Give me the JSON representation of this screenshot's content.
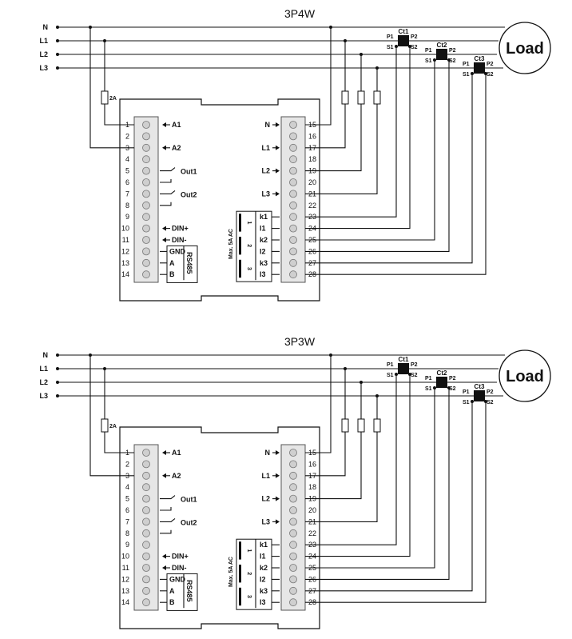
{
  "diagrams": [
    {
      "title": "3P4W",
      "load": "Load",
      "lines": [
        "N",
        "L1",
        "L2",
        "L3"
      ],
      "fuse": "2A",
      "cts": [
        {
          "name": "Ct1",
          "p1": "P1",
          "p2": "P2",
          "s1": "S1",
          "s2": "S2"
        },
        {
          "name": "Ct2",
          "p1": "P1",
          "p2": "P2",
          "s1": "S1",
          "s2": "S2"
        },
        {
          "name": "Ct3",
          "p1": "P1",
          "p2": "P2",
          "s1": "S1",
          "s2": "S2"
        }
      ],
      "left_terminals": [
        "1",
        "2",
        "3",
        "4",
        "5",
        "6",
        "7",
        "8",
        "9",
        "10",
        "11",
        "12",
        "13",
        "14"
      ],
      "right_terminals": [
        "15",
        "16",
        "17",
        "18",
        "19",
        "20",
        "21",
        "22",
        "23",
        "24",
        "25",
        "26",
        "27",
        "28"
      ],
      "left_labels": {
        "a1": "A1",
        "a2": "A2",
        "out1": "Out1",
        "out2": "Out2",
        "din_p": "DIN+",
        "din_m": "DIN-",
        "gnd": "GND",
        "a": "A",
        "b": "B",
        "rs485": "RS485"
      },
      "right_labels": {
        "n": "N",
        "l1": "L1",
        "l2": "L2",
        "l3": "L3"
      },
      "current_labels": [
        "k1",
        "l1",
        "k2",
        "l2",
        "k3",
        "l3"
      ],
      "ct_numbers": [
        "1",
        "2",
        "3"
      ],
      "max_current": "Max. 5A AC"
    },
    {
      "title": "3P3W",
      "load": "Load",
      "lines": [
        "N",
        "L1",
        "L2",
        "L3"
      ],
      "fuse": "2A",
      "cts": [
        {
          "name": "Ct1",
          "p1": "P1",
          "p2": "P2",
          "s1": "S1",
          "s2": "S2"
        },
        {
          "name": "Ct2",
          "p1": "P1",
          "p2": "P2",
          "s1": "S1",
          "s2": "S2"
        },
        {
          "name": "Ct3",
          "p1": "P1",
          "p2": "P2",
          "s1": "S1",
          "s2": "S2"
        }
      ],
      "left_terminals": [
        "1",
        "2",
        "3",
        "4",
        "5",
        "6",
        "7",
        "8",
        "9",
        "10",
        "11",
        "12",
        "13",
        "14"
      ],
      "right_terminals": [
        "15",
        "16",
        "17",
        "18",
        "19",
        "20",
        "21",
        "22",
        "23",
        "24",
        "25",
        "26",
        "27",
        "28"
      ],
      "left_labels": {
        "a1": "A1",
        "a2": "A2",
        "out1": "Out1",
        "out2": "Out2",
        "din_p": "DIN+",
        "din_m": "DIN-",
        "gnd": "GND",
        "a": "A",
        "b": "B",
        "rs485": "RS485"
      },
      "right_labels": {
        "n": "N",
        "l1": "L1",
        "l2": "L2",
        "l3": "L3"
      },
      "current_labels": [
        "k1",
        "l1",
        "k2",
        "l2",
        "k3",
        "l3"
      ],
      "ct_numbers": [
        "1",
        "2",
        "3"
      ],
      "max_current": "Max. 5A AC"
    }
  ]
}
